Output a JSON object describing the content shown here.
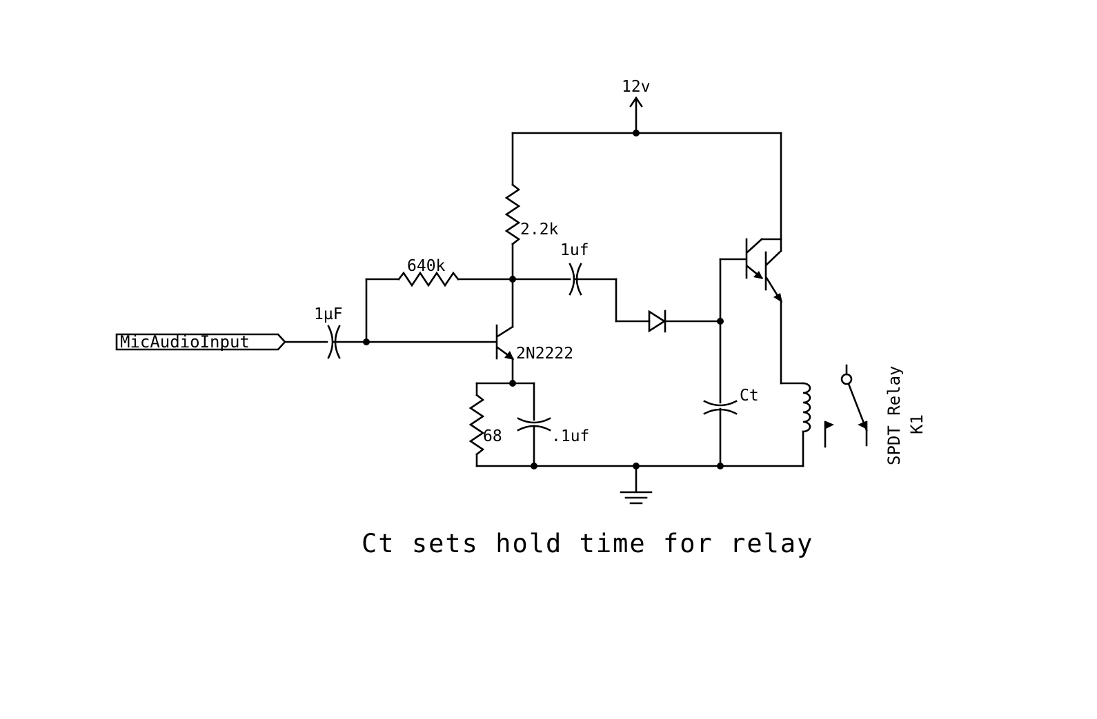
{
  "schematic": {
    "supply_label": "12v",
    "input_port_label": "MicAudioInput",
    "components": {
      "c_input": "1µF",
      "r_feedback": "640k",
      "r_collector": "2.2k",
      "q1_part": "2N2222",
      "c_coupling": "1uf",
      "r_emitter": "68",
      "c_emitter": ".1uf",
      "c_timing": "Ct",
      "relay_name": "SPDT Relay",
      "relay_ref": "K1"
    },
    "caption": "Ct sets hold time for relay"
  }
}
